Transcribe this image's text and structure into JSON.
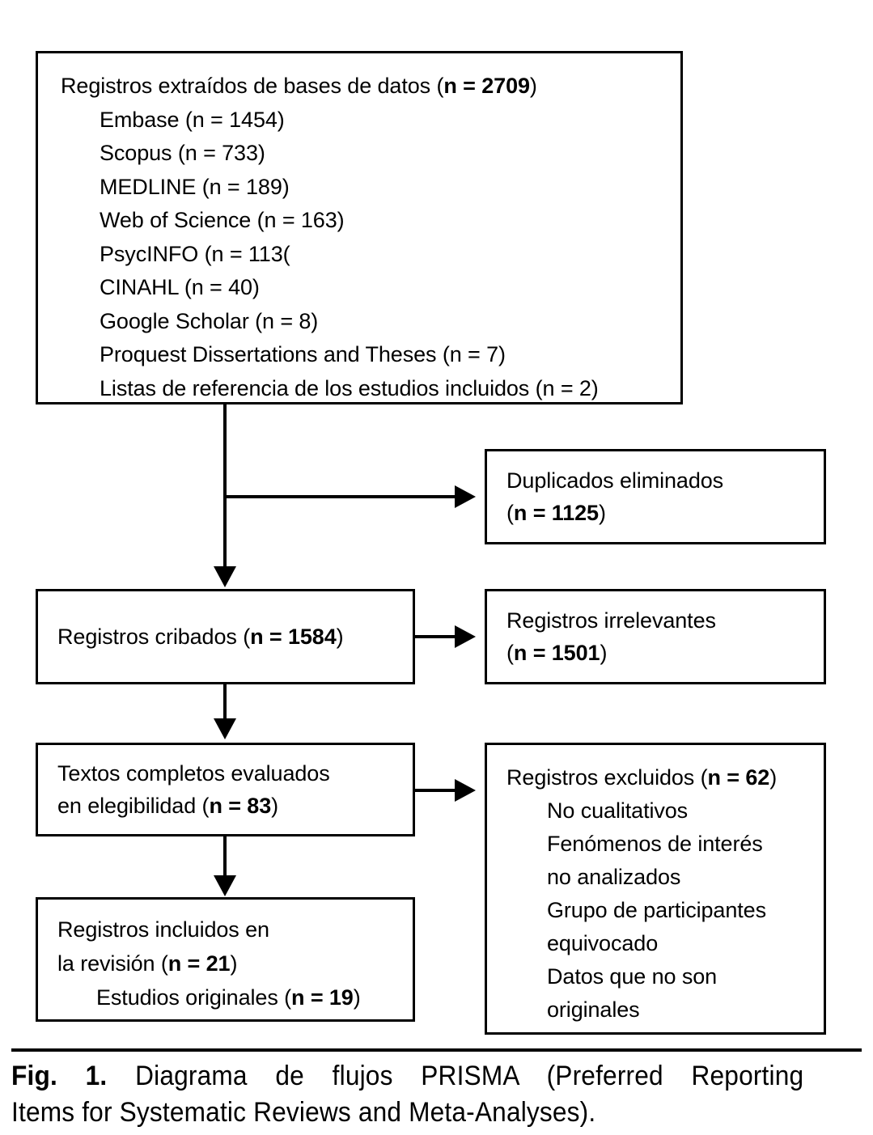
{
  "figure": {
    "label": "Fig. 1.",
    "caption_line_1": "Diagrama de flujos PRISMA (Preferred Reporting",
    "caption_line_2": "Items for Systematic Reviews and Meta-Analyses).",
    "caption_full": "Fig. 1. Diagrama de flujos PRISMA (Preferred Reporting Items for Systematic Reviews and Meta-Analyses)."
  },
  "colors": {
    "stroke": "#000000",
    "background": "#ffffff",
    "text": "#000000"
  },
  "boxes": {
    "sources": {
      "title_prefix": "Registros extraídos de bases de datos (",
      "title_bold": "n = 2709",
      "title_suffix": ")",
      "items": [
        "Embase (n = 1454)",
        "Scopus (n = 733)",
        "MEDLINE (n = 189)",
        "Web of Science (n = 163)",
        "PsycINFO (n = 113(",
        "CINAHL (n = 40)",
        "Google Scholar (n = 8)",
        "Proquest Dissertations and Theses (n = 7)",
        "Listas de referencia de los estudios incluidos (n = 2)"
      ]
    },
    "duplicates": {
      "line_1": "Duplicados eliminados",
      "line_2_prefix": "(",
      "line_2_bold": "n = 1125",
      "line_2_suffix": ")"
    },
    "screened": {
      "line_1_prefix": "Registros cribados (",
      "line_1_bold": "n = 1584",
      "line_1_suffix": ")"
    },
    "irrelevant": {
      "line_1": "Registros irrelevantes",
      "line_2_prefix": "(",
      "line_2_bold": "n = 1501",
      "line_2_suffix": ")"
    },
    "fulltext": {
      "line_1": "Textos completos evaluados",
      "line_2_prefix": "en elegibilidad (",
      "line_2_bold": "n = 83",
      "line_2_suffix": ")"
    },
    "excluded": {
      "title_prefix": "Registros excluidos (",
      "title_bold": "n = 62",
      "title_suffix": ")",
      "reasons": [
        "No cualitativos",
        "Fenómenos de interés",
        "no analizados",
        "Grupo de participantes",
        "equivocado",
        "Datos que no son",
        "originales"
      ]
    },
    "included": {
      "line_1": "Registros incluidos en",
      "line_2_prefix": "la revisión (",
      "line_2_bold": "n = 21",
      "line_2_suffix": ")",
      "line_3_prefix": "Estudios originales (",
      "line_3_bold": "n = 19",
      "line_3_suffix": ")"
    }
  },
  "chart_data": {
    "type": "diagram",
    "title": "Diagrama de flujos PRISMA",
    "nodes": [
      {
        "id": "sources",
        "label": "Registros extraídos de bases de datos",
        "n": 2709,
        "breakdown": [
          {
            "source": "Embase",
            "n": 1454
          },
          {
            "source": "Scopus",
            "n": 733
          },
          {
            "source": "MEDLINE",
            "n": 189
          },
          {
            "source": "Web of Science",
            "n": 163
          },
          {
            "source": "PsycINFO",
            "n": 113
          },
          {
            "source": "CINAHL",
            "n": 40
          },
          {
            "source": "Google Scholar",
            "n": 8
          },
          {
            "source": "Proquest Dissertations and Theses",
            "n": 7
          },
          {
            "source": "Listas de referencia de los estudios incluidos",
            "n": 2
          }
        ]
      },
      {
        "id": "duplicates",
        "label": "Duplicados eliminados",
        "n": 1125
      },
      {
        "id": "screened",
        "label": "Registros cribados",
        "n": 1584
      },
      {
        "id": "irrelevant",
        "label": "Registros irrelevantes",
        "n": 1501
      },
      {
        "id": "fulltext",
        "label": "Textos completos evaluados en elegibilidad",
        "n": 83
      },
      {
        "id": "excluded",
        "label": "Registros excluidos",
        "n": 62,
        "reasons": [
          "No cualitativos",
          "Fenómenos de interés no analizados",
          "Grupo de participantes equivocado",
          "Datos que no son originales"
        ]
      },
      {
        "id": "included",
        "label": "Registros incluidos en la revisión",
        "n": 21,
        "breakdown": [
          {
            "source": "Estudios originales",
            "n": 19
          }
        ]
      }
    ],
    "edges": [
      {
        "from": "sources",
        "to": "duplicates"
      },
      {
        "from": "sources",
        "to": "screened"
      },
      {
        "from": "screened",
        "to": "irrelevant"
      },
      {
        "from": "screened",
        "to": "fulltext"
      },
      {
        "from": "fulltext",
        "to": "excluded"
      },
      {
        "from": "fulltext",
        "to": "included"
      }
    ]
  }
}
